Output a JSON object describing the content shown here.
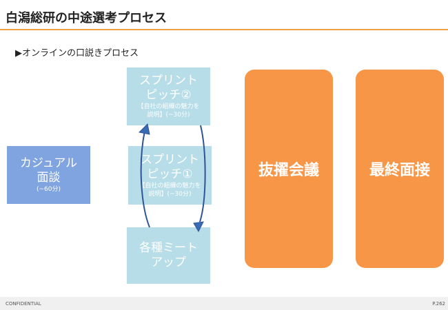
{
  "title": "白潟総研の中途選考プロセス",
  "subtitle": "▶オンラインの口説きプロセス",
  "casual": {
    "title_1": "カジュアル",
    "title_2": "面談",
    "duration": "(~60分)"
  },
  "sprint2": {
    "title_1": "スプリント",
    "title_2": "ピッチ②",
    "desc_1": "【自社の組織の魅力を",
    "desc_2": "説明】(~30分)"
  },
  "sprint1": {
    "title_1": "スプリント",
    "title_2": "ピッチ①",
    "desc_1": "【自社の組織の魅力を",
    "desc_2": "説明】(~30分)"
  },
  "meetup": {
    "title_1": "各種ミート",
    "title_2": "アップ"
  },
  "selection": "抜擢会議",
  "final": "最終面接",
  "footer": {
    "left": "CONFIDENTIAL",
    "page": "P.262"
  },
  "colors": {
    "accent": "#f79646",
    "light_blue": "#b7dde8",
    "blue": "#7fa4e0",
    "arrow": "#2f5496"
  }
}
